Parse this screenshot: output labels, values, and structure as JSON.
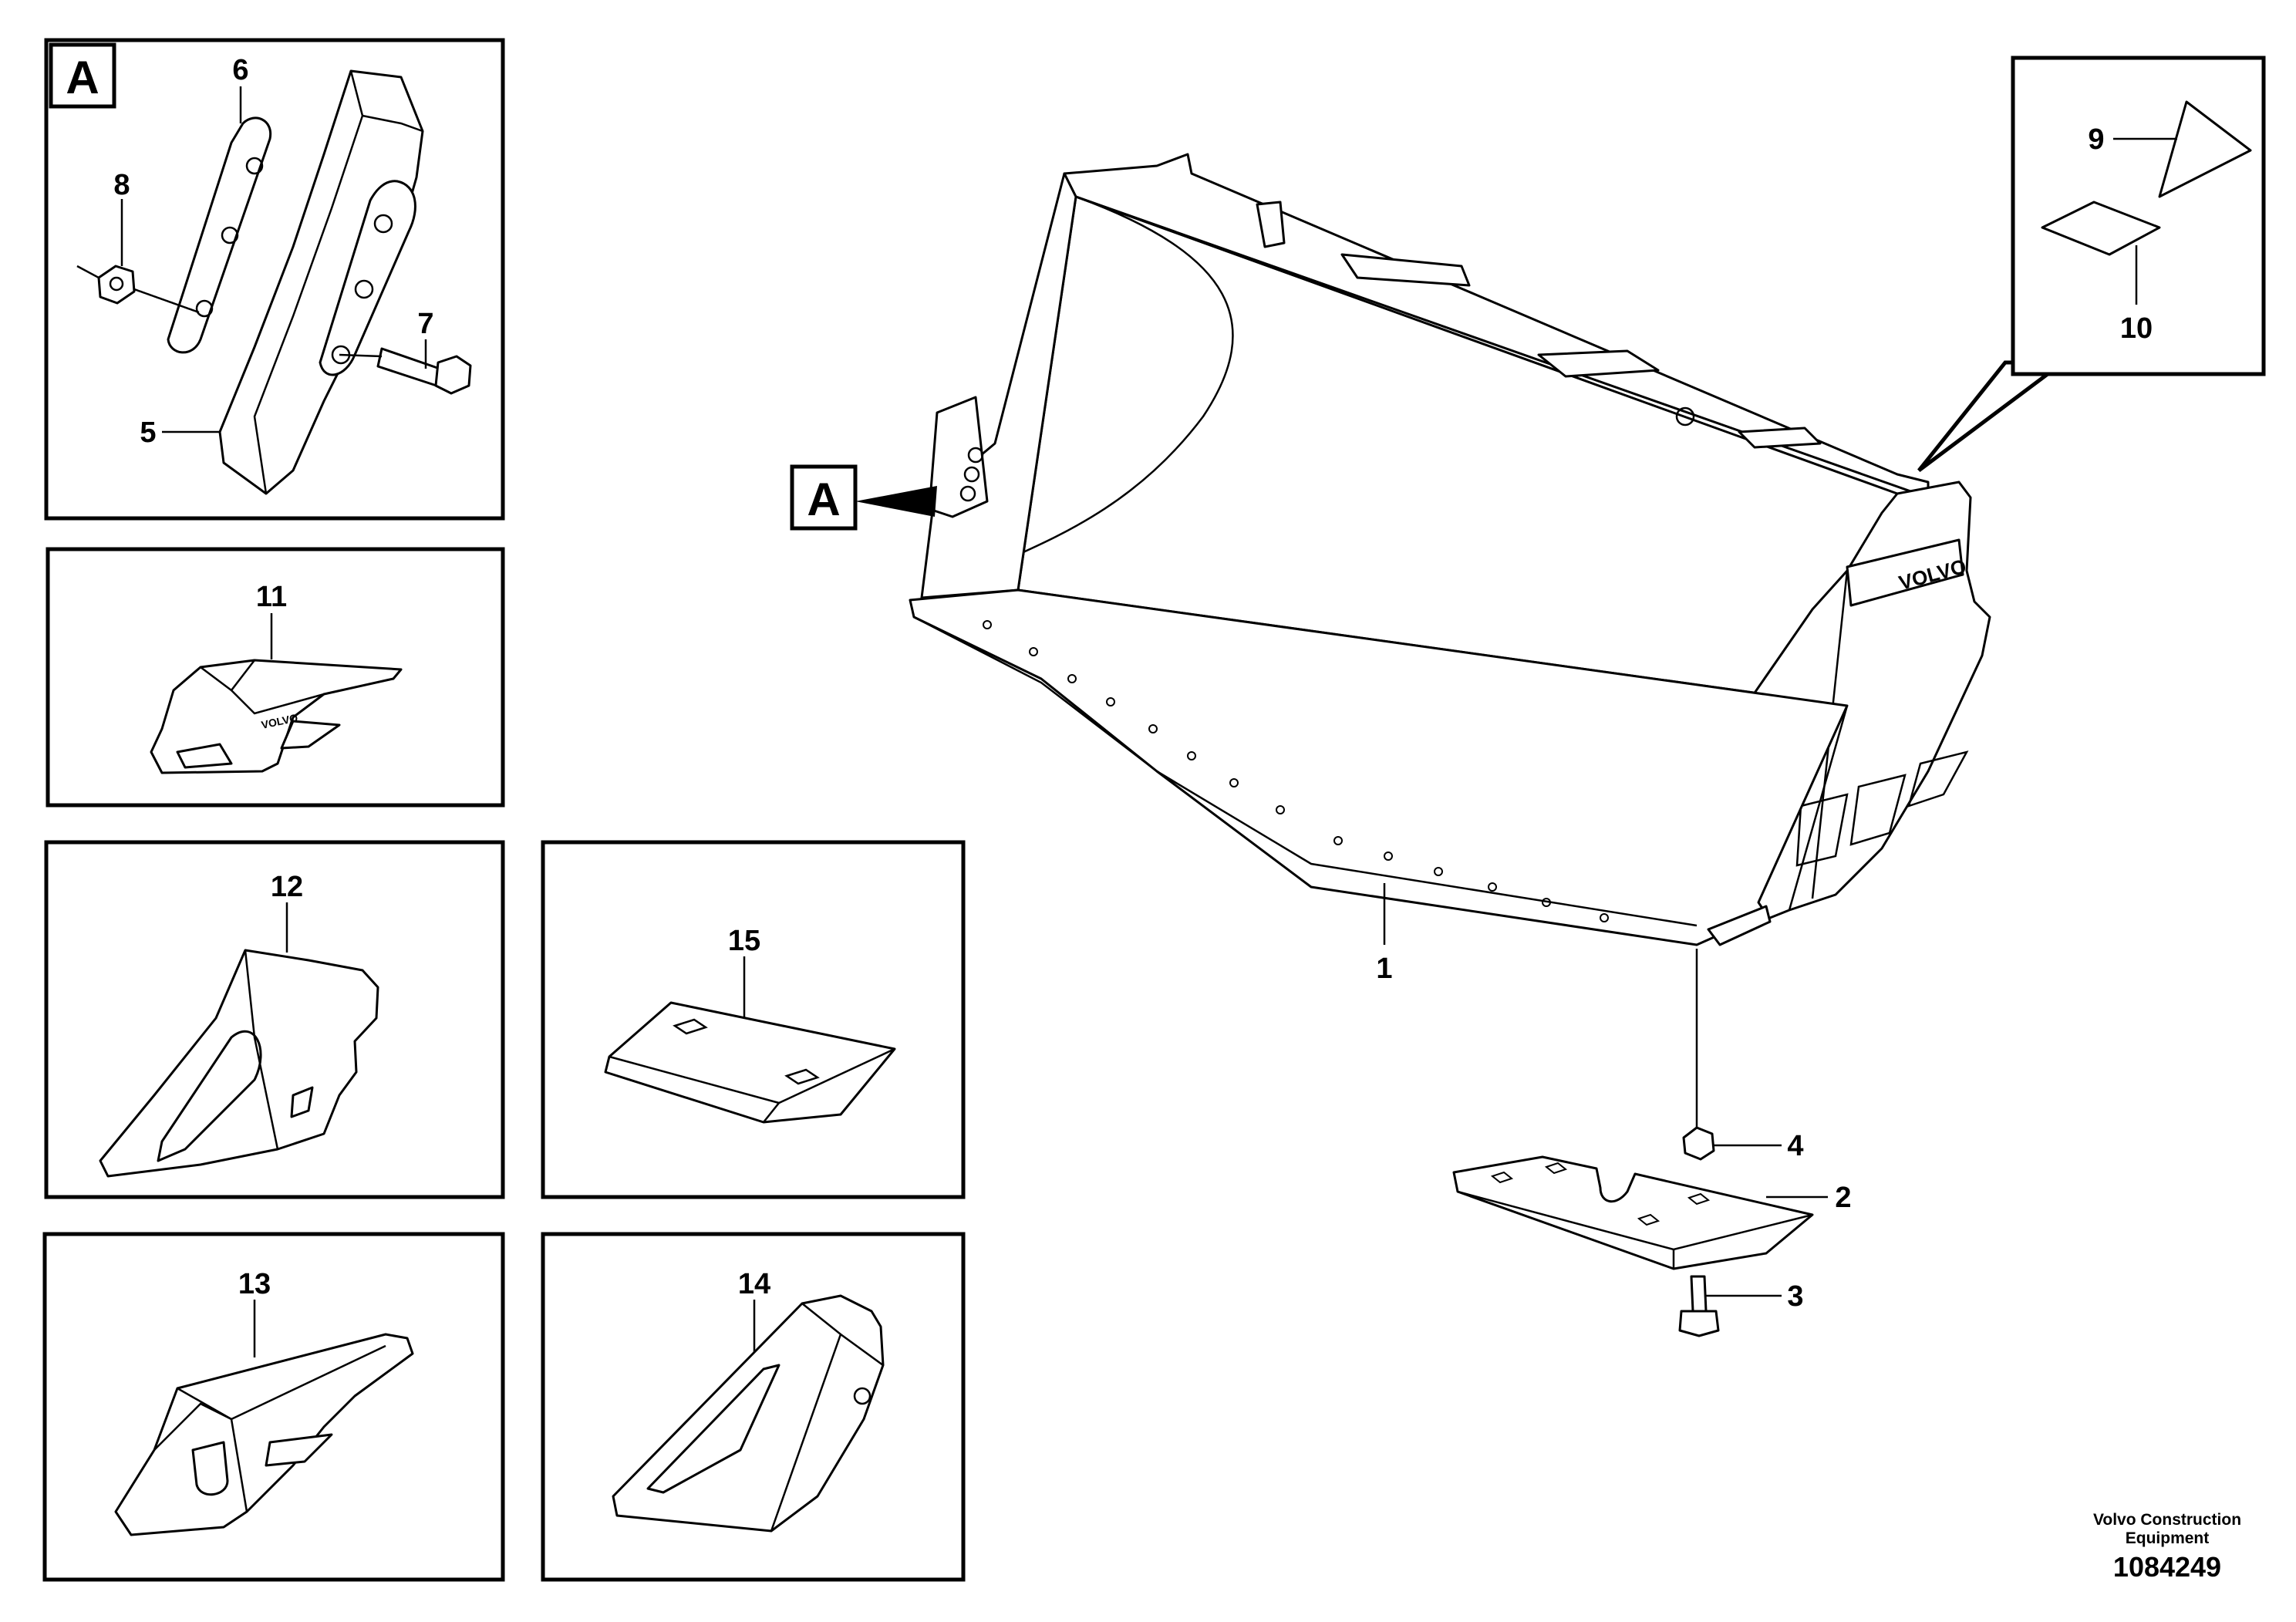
{
  "detail_marker": "A",
  "callouts": {
    "1": "1",
    "2": "2",
    "3": "3",
    "4": "4",
    "5": "5",
    "6": "6",
    "7": "7",
    "8": "8",
    "9": "9",
    "10": "10",
    "11": "11",
    "12": "12",
    "13": "13",
    "14": "14",
    "15": "15"
  },
  "bucket_brand": "VOLVO",
  "tooth_brand": "VOLVO",
  "footer": {
    "line1": "Volvo Construction",
    "line2": "Equipment",
    "drawing_number": "1084249"
  }
}
